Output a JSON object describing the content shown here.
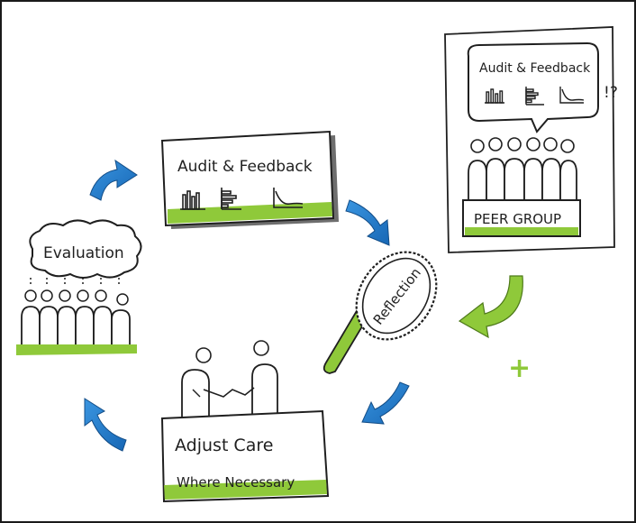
{
  "diagram": {
    "audit_feedback_card": {
      "title": "Audit & Feedback"
    },
    "reflection_mirror": {
      "label": "Reflection"
    },
    "peer_group": {
      "bubble_title": "Audit & Feedback",
      "bubble_mark": "!?",
      "banner": "PEER GROUP"
    },
    "plus_sign": "+",
    "adjust_care_card": {
      "line1": "Adjust Care",
      "line2": "Where Necessary"
    },
    "evaluation_cloud": {
      "label": "Evaluation"
    }
  },
  "colors": {
    "accent_green": "#8fc93a",
    "arrow_blue": "#1f7fd0",
    "ink": "#1f1f1f",
    "shadow_gray": "#8a8a8a"
  }
}
